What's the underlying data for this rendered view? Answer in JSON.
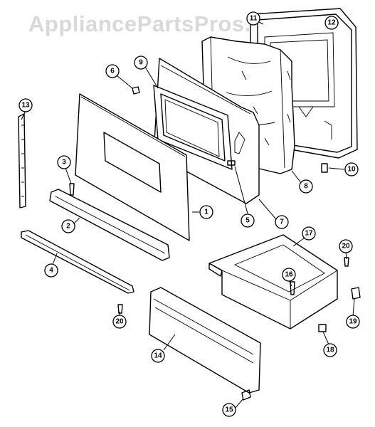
{
  "watermark": "AppliancePartsPros.com",
  "callouts": [
    "1",
    "2",
    "3",
    "4",
    "5",
    "6",
    "7",
    "8",
    "9",
    "10",
    "11",
    "12",
    "13",
    "14",
    "15",
    "16",
    "17",
    "18",
    "19",
    "20",
    "20"
  ]
}
